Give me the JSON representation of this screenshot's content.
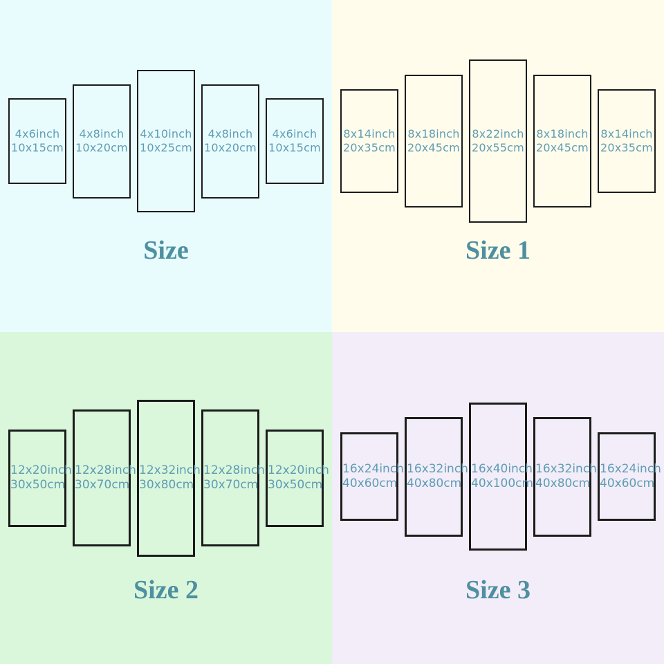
{
  "colors": {
    "quadrant_backgrounds": [
      "#e9fcfd",
      "#fffceb",
      "#daf7db",
      "#f2edf8"
    ],
    "panel_border": "#1b1b1b",
    "label_text": "#5f9cb5",
    "title_text": "#4e8fa0"
  },
  "quadrants": [
    {
      "title": "Size",
      "bg": "#e9fcfd",
      "panels": [
        {
          "inch": "4x6inch",
          "cm": "10x15cm"
        },
        {
          "inch": "4x8inch",
          "cm": "10x20cm"
        },
        {
          "inch": "4x10inch",
          "cm": "10x25cm"
        },
        {
          "inch": "4x8inch",
          "cm": "10x20cm"
        },
        {
          "inch": "4x6inch",
          "cm": "10x15cm"
        }
      ]
    },
    {
      "title": "Size 1",
      "bg": "#fffceb",
      "panels": [
        {
          "inch": "8x14inch",
          "cm": "20x35cm"
        },
        {
          "inch": "8x18inch",
          "cm": "20x45cm"
        },
        {
          "inch": "8x22inch",
          "cm": "20x55cm"
        },
        {
          "inch": "8x18inch",
          "cm": "20x45cm"
        },
        {
          "inch": "8x14inch",
          "cm": "20x35cm"
        }
      ]
    },
    {
      "title": "Size 2",
      "bg": "#daf7db",
      "panels": [
        {
          "inch": "12x20inch",
          "cm": "30x50cm"
        },
        {
          "inch": "12x28inch",
          "cm": "30x70cm"
        },
        {
          "inch": "12x32inch",
          "cm": "30x80cm"
        },
        {
          "inch": "12x28inch",
          "cm": "30x70cm"
        },
        {
          "inch": "12x20inch",
          "cm": "30x50cm"
        }
      ]
    },
    {
      "title": "Size 3",
      "bg": "#f2edf8",
      "panels": [
        {
          "inch": "16x24inch",
          "cm": "40x60cm"
        },
        {
          "inch": "16x32inch",
          "cm": "40x80cm"
        },
        {
          "inch": "16x40inch",
          "cm": "40x100cm"
        },
        {
          "inch": "16x32inch",
          "cm": "40x80cm"
        },
        {
          "inch": "16x24inch",
          "cm": "40x60cm"
        }
      ]
    }
  ]
}
